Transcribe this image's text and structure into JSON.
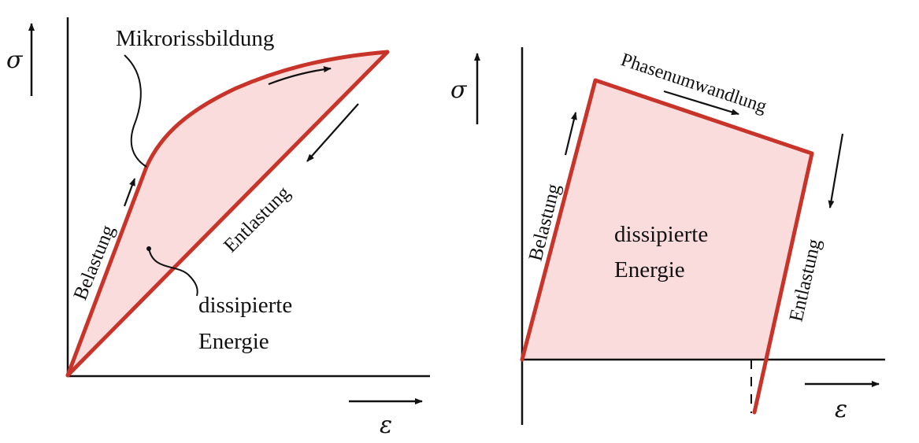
{
  "colors": {
    "curve": "#c8342a",
    "fill": "#fadcdd",
    "ink": "#111111"
  },
  "left_diagram": {
    "stress_symbol": "σ",
    "strain_symbol": "ε",
    "label_microcrack": "Mikrorissbildung",
    "label_loading": "Belastung",
    "label_unloading": "Entlastung",
    "label_energy_line1": "dissipierte",
    "label_energy_line2": "Energie"
  },
  "right_diagram": {
    "stress_symbol": "σ",
    "strain_symbol": "ε",
    "label_phase": "Phasenumwandlung",
    "label_loading": "Belastung",
    "label_unloading": "Entlastung",
    "label_energy_line1": "dissipierte",
    "label_energy_line2": "Energie"
  }
}
